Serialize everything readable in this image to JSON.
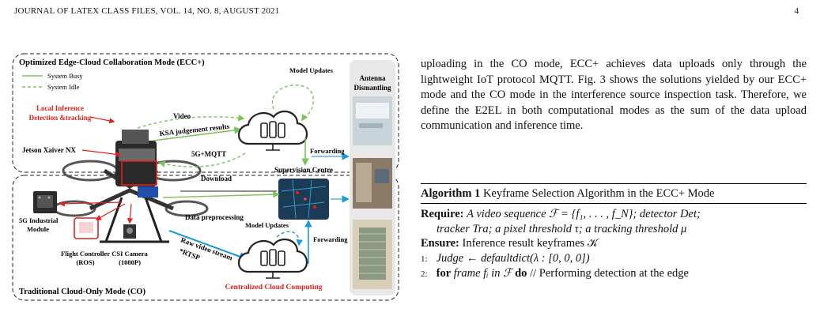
{
  "header": {
    "running_head": "JOURNAL OF LATEX CLASS FILES, VOL. 14, NO. 8, AUGUST 2021",
    "page_number": "4"
  },
  "figure": {
    "top_panel_title": "Optimized Edge-Cloud Collaboration Mode (ECC+)",
    "bottom_panel_title": "Traditional Cloud-Only Mode (CO)",
    "legend_busy": "System Busy",
    "legend_idle": "System Idle",
    "local_inference_line1": "Local Inference",
    "local_inference_line2": "Detection &tracking",
    "jetson": "Jetson Xaiver NX",
    "video": "Video",
    "ksa": "KSA judgement results",
    "fiveg_mqtt": "5G+MQTT",
    "download": "Download",
    "model_updates_top": "Model Updates",
    "forwarding_top": "Forwarding",
    "supervision": "Supervision Centre",
    "data_preprocessing": "Data preprocessing",
    "raw_video_line1": "Raw video stream",
    "raw_video_line2": "*RTSP",
    "model_updates_bottom": "Model Updates",
    "forwarding_bottom": "Forwarding",
    "centralized": "Centralized Cloud Computing",
    "fiveg_module_line1": "5G Industrial",
    "fiveg_module_line2": "Module",
    "flight_line1": "Flight Controller",
    "flight_line2": "(ROS)",
    "csi_line1": "CSI Camera",
    "csi_line2": "(1080P)",
    "antenna_line1": "Antenna",
    "antenna_line2": "Dismantling",
    "colors": {
      "busy": "#7cc45a",
      "red": "#e02020",
      "blue": "#1a9ad6",
      "photo_panel": "#e8e8e8"
    }
  },
  "body_text": "uploading in the CO mode, ECC+ achieves data uploads only through the lightweight IoT protocol MQTT. Fig. 3 shows the solutions yielded by our ECC+ mode and the CO mode in the interference source inspection task. Therefore, we define the E2EL in both computational modes as the sum of the data upload communication and inference time.",
  "algorithm": {
    "label": "Algorithm 1",
    "title": "Keyframe Selection Algorithm in the ECC+ Mode",
    "require_kw": "Require:",
    "require_text_1": "A video sequence ℱ = {f₁, . . . , f_N}; detector Det;",
    "require_text_2": "tracker Tra; a pixel threshold τ; a tracking threshold μ",
    "ensure_kw": "Ensure:",
    "ensure_text": "Inference result keyframes 𝒦",
    "line1_num": "1:",
    "line1_text": "Judge ← defaultdict(λ : [0, 0, 0])",
    "line2_num": "2:",
    "line2_for": "for",
    "line2_mid": "frame fᵢ in ℱ",
    "line2_do": "do",
    "line2_comment": "// Performing detection at the edge"
  }
}
